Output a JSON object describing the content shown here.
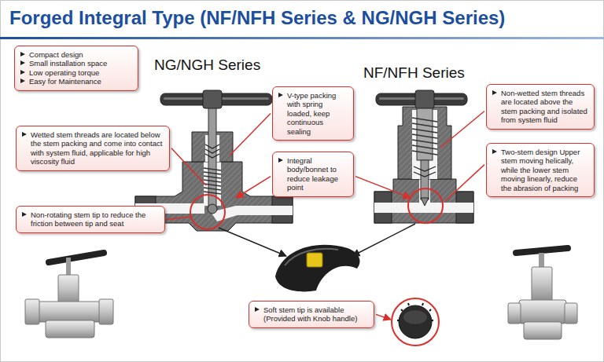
{
  "diagram": {
    "title": "Forged Integral Type (NF/NFH Series & NG/NGH Series)",
    "nodes": [
      {
        "text": [
          "Compact design",
          "Small installation space",
          "Low operating torque",
          "Easy for Maintenance"
        ]
      },
      {
        "text": [
          "Wetted stem threads are located below the stem packing and come into contact with system fluid, applicable for high viscosity fluid"
        ]
      },
      {
        "text": [
          "Non-rotating stem tip to reduce the friction between tip and seat"
        ]
      },
      {
        "text": [
          "V-type packing with spring loaded, keep continuous sealing"
        ]
      },
      {
        "text": [
          "Integral body/bonnet to reduce leakage point"
        ]
      },
      {
        "text": [
          "Non-wetted stem threads are located above the stem packing and isolated from system fluid"
        ]
      },
      {
        "text": [
          "Two-stem design Upper stem moving helically, while the lower stem moving linearly, reduce the abrasion of packing"
        ]
      },
      {
        "text": [
          "Soft stem tip is available (Provided with Knob handle)"
        ]
      }
    ],
    "labels": [
      "NG/NGH Series",
      "NF/NFH Series"
    ]
  }
}
